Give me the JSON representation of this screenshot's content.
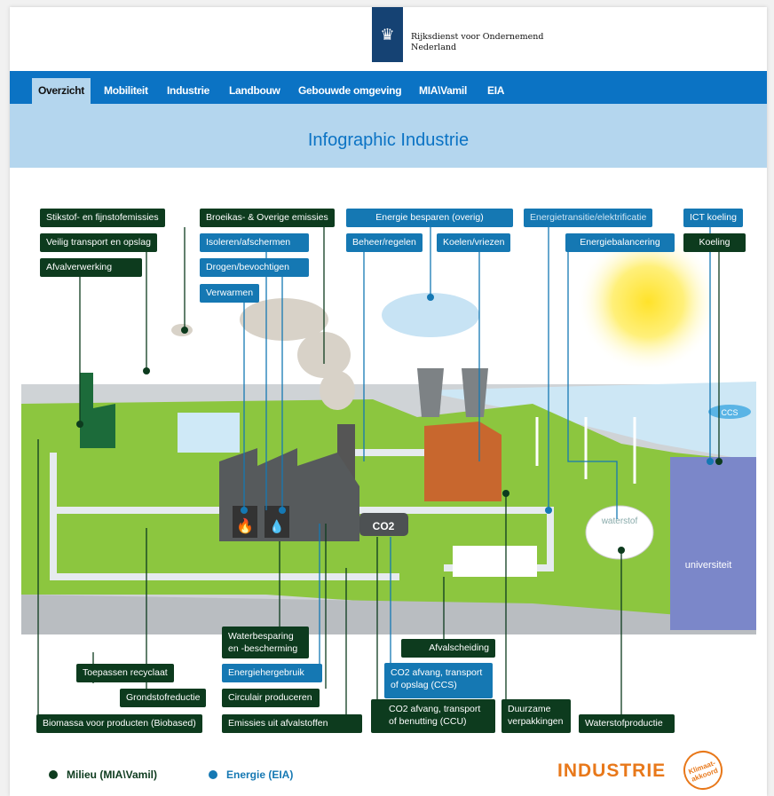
{
  "header": {
    "org_line1": "Rijksdienst voor Ondernemend",
    "org_line2": "Nederland",
    "logo": "rijkswapen-logo"
  },
  "nav": {
    "tabs": [
      "Overzicht",
      "Mobiliteit",
      "Industrie",
      "Landbouw",
      "Gebouwde omgeving",
      "MIA\\Vamil",
      "EIA"
    ],
    "active": "Overzicht"
  },
  "title": "Infographic Industrie",
  "labels": {
    "stikstof": "Stikstof- en fijnstofemissies",
    "transport": "Veilig transport en opslag",
    "afvalverwerking": "Afvalverwerking",
    "broeikas": "Broeikas- & Overige emissies",
    "isoleren": "Isoleren/afschermen",
    "drogen": "Drogen/bevochtigen",
    "verwarmen": "Verwarmen",
    "energie_besparen": "Energie besparen (overig)",
    "beheer": "Beheer/regelen",
    "koelen": "Koelen/vriezen",
    "energietransitie": "Energietransitie/elektrificatie",
    "energiebalancering": "Energiebalancering",
    "ict_koeling": "ICT koeling",
    "koeling": "Koeling",
    "waterbesparing": "Waterbesparing en -bescherming",
    "afvalscheiding": "Afvalscheiding",
    "recyclaat": "Toepassen recyclaat",
    "energiehergebruik": "Energiehergebruik",
    "ccs": "CO2 afvang, transport of opslag (CCS)",
    "grondstof": "Grondstofreductie",
    "circulair": "Circulair produceren",
    "biomassa": "Biomassa voor producten (Biobased)",
    "emissies_afval": "Emissies uit afvalstoffen",
    "ccu": "CO2 afvang, transport of benutting (CCU)",
    "verpakkingen": "Duurzame verpakkingen",
    "waterstofproductie": "Waterstofproductie"
  },
  "illustration": {
    "co2": "CO2",
    "waterstof": "waterstof",
    "universiteit": "universiteit",
    "ccs": "CCS"
  },
  "legend": {
    "milieu": "Milieu (MIA\\Vamil)",
    "energie": "Energie (EIA)"
  },
  "colors": {
    "milieu": "#0d3b1e",
    "energie": "#1578b3",
    "orange": "#e8781a"
  },
  "footer": {
    "sector": "INDUSTRIE",
    "badge": "Klimaat-akkoord"
  }
}
